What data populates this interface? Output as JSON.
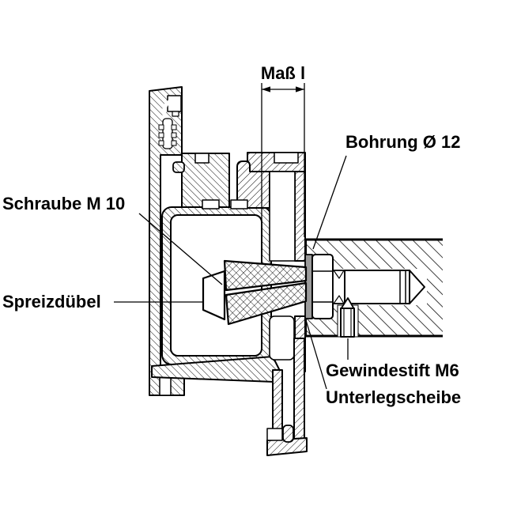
{
  "drawing": {
    "dimension_label": "Maß l",
    "callouts": {
      "bore": "Bohrung Ø 12",
      "screw": "Schraube M 10",
      "expansion_anchor": "Spreizdübel",
      "set_screw": "Gewindestift M6",
      "washer": "Unterlegscheibe"
    },
    "colors": {
      "line": "#000000",
      "background": "#ffffff",
      "washer_fill": "#9b9b9b"
    }
  }
}
